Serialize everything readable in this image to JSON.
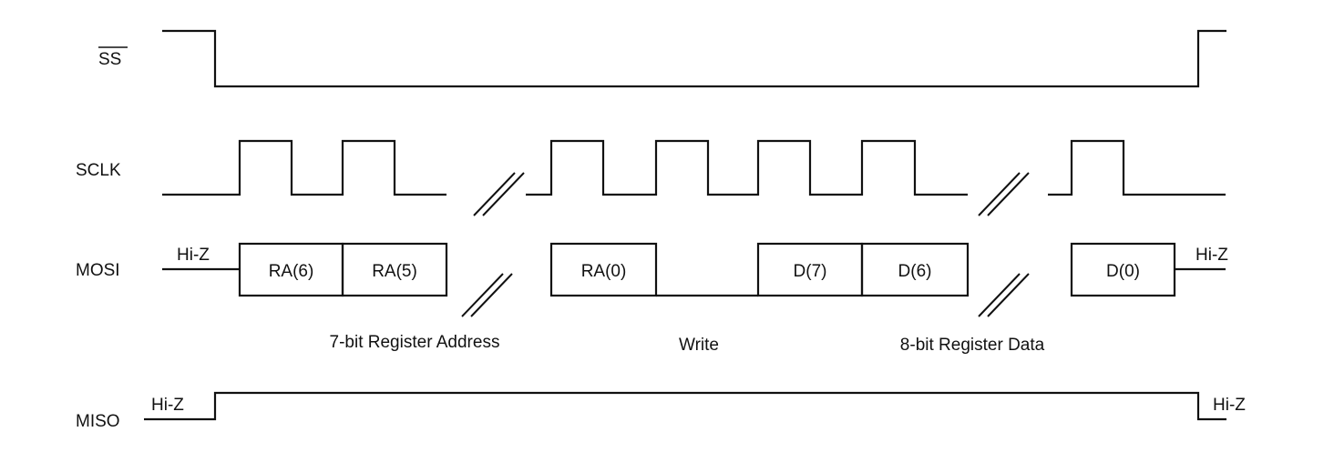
{
  "signals": {
    "ss": "SS",
    "sclk": "SCLK",
    "mosi": "MOSI",
    "miso": "MISO"
  },
  "states": {
    "hiz": "Hi-Z"
  },
  "mosi_bits": [
    "RA(6)",
    "RA(5)",
    "RA(0)",
    "D(7)",
    "D(6)",
    "D(0)"
  ],
  "groups": {
    "address": "7-bit Register Address",
    "write": "Write",
    "data": "8-bit Register Data"
  }
}
